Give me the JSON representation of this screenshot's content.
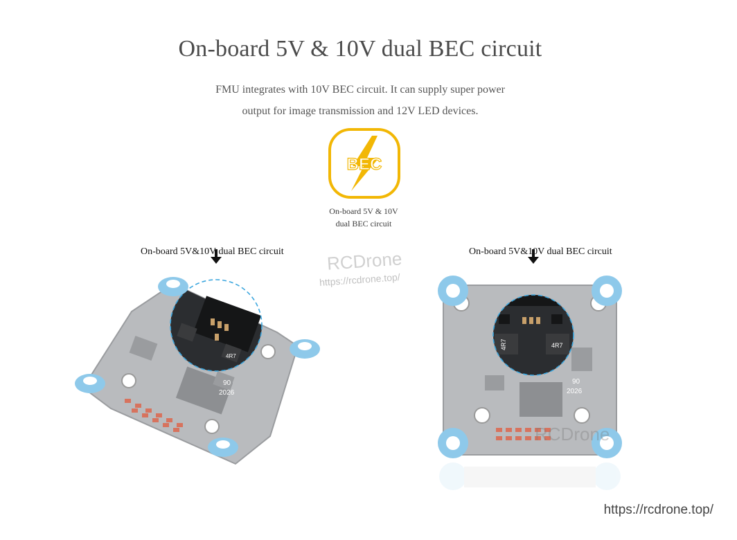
{
  "header": {
    "title": "On-board 5V & 10V dual BEC circuit",
    "description_line1": "FMU integrates with 10V BEC circuit. It can supply super power",
    "description_line2": "output for image transmission and 12V LED devices."
  },
  "feature_icon": {
    "icon": "bec-lightning-icon",
    "icon_text": "BEC",
    "caption_line1": "On-board 5V & 10V",
    "caption_line2": "dual BEC circuit",
    "accent_color": "#f2b705"
  },
  "boards": {
    "left_label": "On-board 5V&10V dual BEC circuit",
    "right_label": "On-board 5V&10V dual BEC circuit",
    "left_silkscreen_1": "90",
    "left_silkscreen_2": "2026",
    "right_silkscreen_1": "90",
    "right_silkscreen_2": "2026",
    "inductor_marking": "4R7",
    "highlight_color": "#3ba6de",
    "grommet_color": "#8ec9ea"
  },
  "watermark": {
    "brand": "RCDrone",
    "url": "https://rcdrone.top/"
  },
  "footer": {
    "url": "https://rcdrone.top/"
  }
}
